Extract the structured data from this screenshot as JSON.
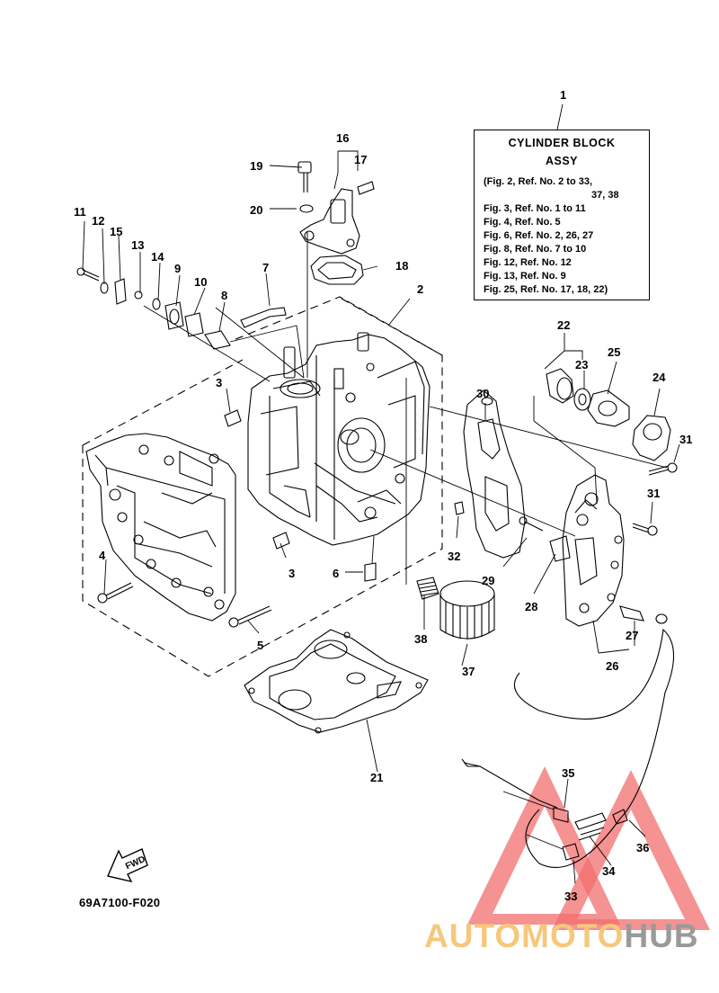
{
  "assy_box": {
    "ref_no": "1",
    "title_line1": "CYLINDER BLOCK",
    "title_line2": "ASSY",
    "refs": [
      "(Fig. 2, Ref. No. 2 to 33,",
      "37, 38",
      "Fig. 3, Ref. No. 1 to 11",
      "Fig. 4, Ref. No. 5",
      "Fig. 6, Ref. No. 2, 26, 27",
      "Fig. 8, Ref. No. 7 to 10",
      "Fig. 12, Ref. No. 12",
      "Fig. 13, Ref. No. 9",
      "Fig. 25, Ref. No. 17, 18, 22)"
    ]
  },
  "callouts": {
    "c2": "2",
    "c3a": "3",
    "c3b": "3",
    "c4": "4",
    "c5": "5",
    "c6": "6",
    "c7": "7",
    "c8": "8",
    "c9": "9",
    "c10": "10",
    "c11": "11",
    "c12": "12",
    "c13": "13",
    "c14": "14",
    "c15": "15",
    "c16": "16",
    "c17": "17",
    "c18": "18",
    "c19": "19",
    "c20": "20",
    "c21": "21",
    "c22": "22",
    "c23": "23",
    "c24": "24",
    "c25": "25",
    "c26": "26",
    "c27": "27",
    "c28": "28",
    "c29": "29",
    "c30": "30",
    "c31a": "31",
    "c31b": "31",
    "c32": "32",
    "c33": "33",
    "c34": "34",
    "c35": "35",
    "c36": "36",
    "c37": "37",
    "c38": "38"
  },
  "fwd_label": "FWD",
  "drawing_code": "69A7100-F020",
  "watermark": {
    "part1": "AUTOMOTO",
    "part2": "HUB"
  },
  "colors": {
    "ink": "#000000",
    "watermark_red": "#f26d6d",
    "watermark_gold": "#f6c77c",
    "watermark_gray": "#9a9a9a"
  }
}
